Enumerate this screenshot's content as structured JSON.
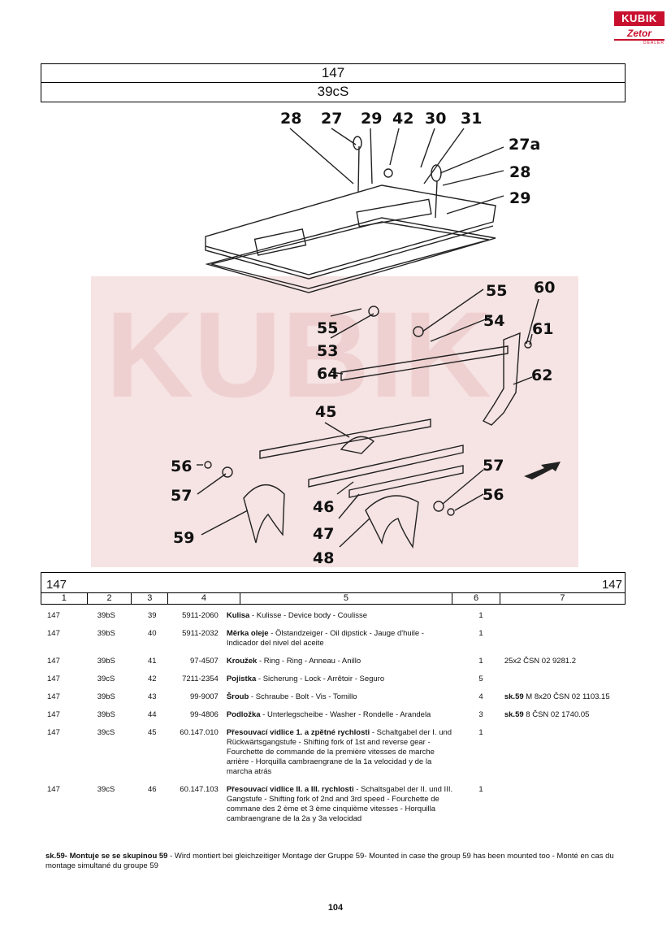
{
  "logo": {
    "brand": "KUBIK",
    "sub": "Zetor",
    "tag": "DEALER"
  },
  "header": {
    "group": "147",
    "subgroup": "39cS"
  },
  "diagram": {
    "callouts": [
      "28",
      "27",
      "29",
      "42",
      "30",
      "31",
      "27a",
      "28",
      "29",
      "55",
      "60",
      "55",
      "54",
      "61",
      "53",
      "64",
      "62",
      "45",
      "56",
      "57",
      "57",
      "56",
      "46",
      "47",
      "59",
      "48"
    ]
  },
  "table": {
    "group_left": "147",
    "group_right": "147",
    "columns": [
      "1",
      "2",
      "3",
      "4",
      "5",
      "6",
      "7"
    ],
    "rows": [
      {
        "c1": "147",
        "c2": "39bS",
        "c3": "39",
        "c4": "5911-2060",
        "name": "Kulisa",
        "desc": " - Kulisse - Device body - Coulisse",
        "qty": "1",
        "note": "",
        "note_bold": ""
      },
      {
        "c1": "147",
        "c2": "39bS",
        "c3": "40",
        "c4": "5911-2032",
        "name": "Měrka oleje",
        "desc": " - Ölstandzeiger - Oil dipstick - Jauge d'huile - Indicador del nivel del aceite",
        "qty": "1",
        "note": "",
        "note_bold": ""
      },
      {
        "c1": "147",
        "c2": "39bS",
        "c3": "41",
        "c4": "97-4507",
        "name": "Kroužek",
        "desc": " - Ring - Ring - Anneau - Anillo",
        "qty": "1",
        "note": "25x2 ČSN 02 9281.2",
        "note_bold": ""
      },
      {
        "c1": "147",
        "c2": "39cS",
        "c3": "42",
        "c4": "7211-2354",
        "name": "Pojistka",
        "desc": " - Sicherung - Lock - Arrêtoir - Seguro",
        "qty": "5",
        "note": "",
        "note_bold": ""
      },
      {
        "c1": "147",
        "c2": "39bS",
        "c3": "43",
        "c4": "99-9007",
        "name": "Šroub",
        "desc": " - Schraube - Bolt - Vis - Tomillo",
        "qty": "4",
        "note": " M 8x20 ČSN 02 1103.15",
        "note_bold": "sk.59"
      },
      {
        "c1": "147",
        "c2": "39bS",
        "c3": "44",
        "c4": "99-4806",
        "name": "Podložka",
        "desc": " - Unterlegscheibe - Washer - Rondelle - Arandela",
        "qty": "3",
        "note": "  8 ČSN 02 1740.05",
        "note_bold": "sk.59"
      },
      {
        "c1": "147",
        "c2": "39cS",
        "c3": "45",
        "c4": "60.147.010",
        "name": "Přesouvací vidlice 1. a zpětné rychlosti",
        "desc": " - Schaltgabel der I. und Rückwärtsgangstufe - Shifting fork of 1st and reverse gear  - Fourchette de commande de la première vitesses de marche arrière - Horquilla cambraengrane de la 1a velocidad y de la marcha atrás",
        "qty": "1",
        "note": "",
        "note_bold": ""
      },
      {
        "c1": "147",
        "c2": "39cS",
        "c3": "46",
        "c4": "60.147.103",
        "name": "Přesouvací vidlice II. a III. rychlosti",
        "desc": " - Schaltsgabel der II. und III. Gangstufe - Shifting fork of 2nd and 3rd speed - Fourchette de commane des 2 ème et 3 ème cinquième vitesses - Horquilla cambraengrane de la 2a y 3a velocidad",
        "qty": "1",
        "note": "",
        "note_bold": ""
      }
    ]
  },
  "footnote": {
    "bold": "sk.59- Montuje se se skupinou 59",
    "text": " - Wird montiert bei gleichzeitiger Montage der Gruppe 59- Mounted in case the group 59 has been mounted too - Monté en  cas du montage simultané du groupe 59"
  },
  "page_number": "104",
  "colors": {
    "brand_red": "#c8102e",
    "watermark": "#f3d9d9"
  }
}
